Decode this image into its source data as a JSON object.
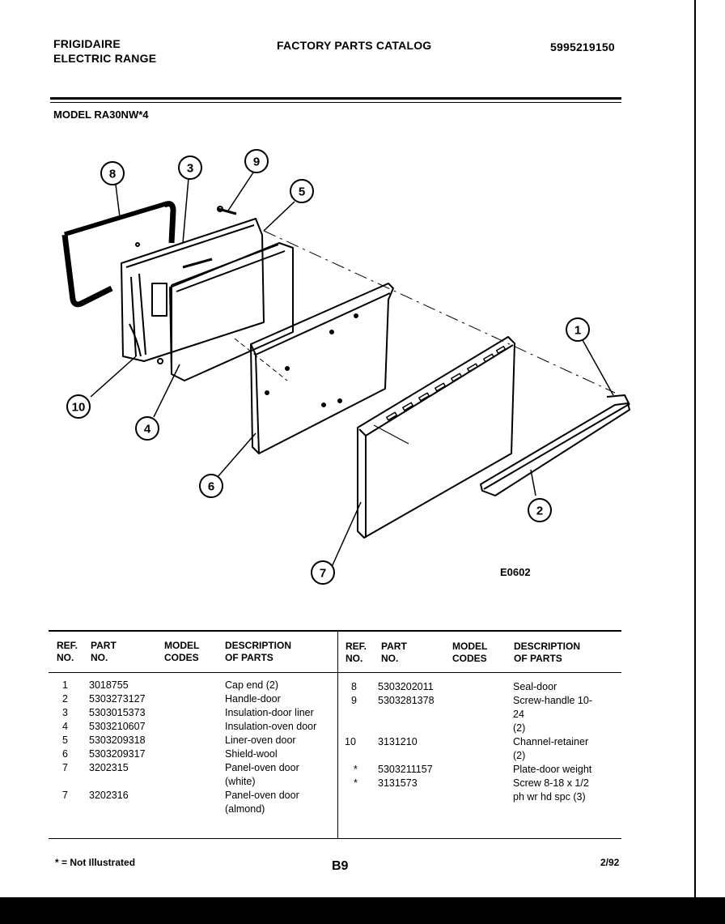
{
  "header": {
    "brand_line1": "FRIGIDAIRE",
    "brand_line2": "ELECTRIC RANGE",
    "catalog_title": "FACTORY PARTS CATALOG",
    "catalog_number": "5995219150"
  },
  "model_label": "MODEL RA30NW*4",
  "diagram": {
    "code": "E0602",
    "callouts": [
      "8",
      "3",
      "9",
      "5",
      "1",
      "10",
      "4",
      "6",
      "2",
      "7"
    ]
  },
  "table": {
    "headers": {
      "ref": [
        "REF.",
        "NO."
      ],
      "part": [
        "PART",
        "NO."
      ],
      "model": [
        "MODEL",
        "CODES"
      ],
      "desc": [
        "DESCRIPTION",
        "OF PARTS"
      ]
    },
    "left_rows": [
      {
        "ref": "1",
        "part": "3018755",
        "desc": [
          "Cap end (2)"
        ]
      },
      {
        "ref": "2",
        "part": "5303273127",
        "desc": [
          "Handle-door"
        ]
      },
      {
        "ref": "3",
        "part": "5303015373",
        "desc": [
          "Insulation-door liner"
        ]
      },
      {
        "ref": "4",
        "part": "5303210607",
        "desc": [
          "Insulation-oven door"
        ]
      },
      {
        "ref": "5",
        "part": "5303209318",
        "desc": [
          "Liner-oven door"
        ]
      },
      {
        "ref": "6",
        "part": "5303209317",
        "desc": [
          "Shield-wool"
        ]
      },
      {
        "ref": "7",
        "part": "3202315",
        "desc": [
          "Panel-oven door",
          "(white)"
        ]
      },
      {
        "ref": "7",
        "part": "3202316",
        "desc": [
          "Panel-oven door",
          "(almond)"
        ]
      }
    ],
    "right_rows": [
      {
        "ref": "8",
        "part": "5303202011",
        "desc": [
          "Seal-door"
        ]
      },
      {
        "ref": "9",
        "part": "5303281378",
        "desc": [
          "Screw-handle 10-",
          "24",
          "(2)"
        ]
      },
      {
        "ref": "10",
        "part": "3131210",
        "desc": [
          "Channel-retainer",
          "(2)"
        ]
      },
      {
        "ref": "*",
        "part": "5303211157",
        "desc": [
          "Plate-door weight"
        ]
      },
      {
        "ref": "*",
        "part": "3131573",
        "desc": [
          "Screw 8-18 x 1/2",
          "ph wr hd spc (3)"
        ]
      }
    ]
  },
  "footer": {
    "note": "* = Not Illustrated",
    "page": "B9",
    "date": "2/92"
  }
}
